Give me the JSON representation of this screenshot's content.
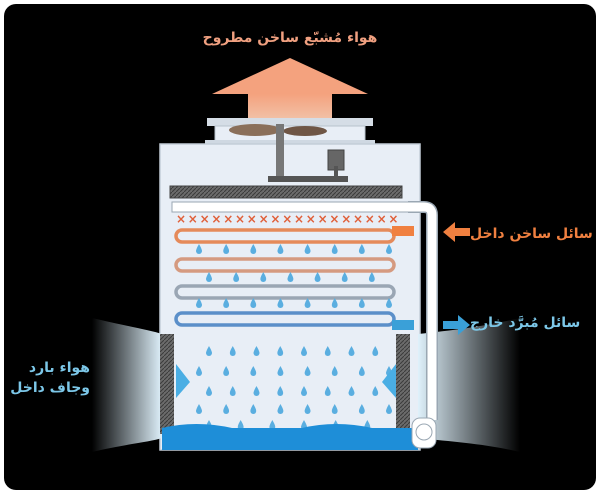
{
  "labels": {
    "exhaust_air": "هواء مُشبّع ساخن مطروح",
    "hot_fluid_in": "سائل ساخن داخل",
    "cooled_fluid_out": "سائل مُبرَّد خارج",
    "cold_air_line1": "هواء بارد",
    "cold_air_line2": "وجاف داخل"
  },
  "colors": {
    "background": "#000000",
    "frame": "#ffffff",
    "tower_body": "#e8eef6",
    "hot_fluid": "#f08040",
    "cool_fluid": "#3aa0d8",
    "exhaust_arrow": "#f0a080",
    "water": "#1e8ed8",
    "droplet": "#5aaee0",
    "spray_x": "#e0603a"
  },
  "icons": [
    "fan-icon",
    "motor-icon",
    "exhaust-arrow-icon",
    "hot-inlet-arrow-icon",
    "cool-outlet-arrow-icon",
    "droplet-icon"
  ]
}
